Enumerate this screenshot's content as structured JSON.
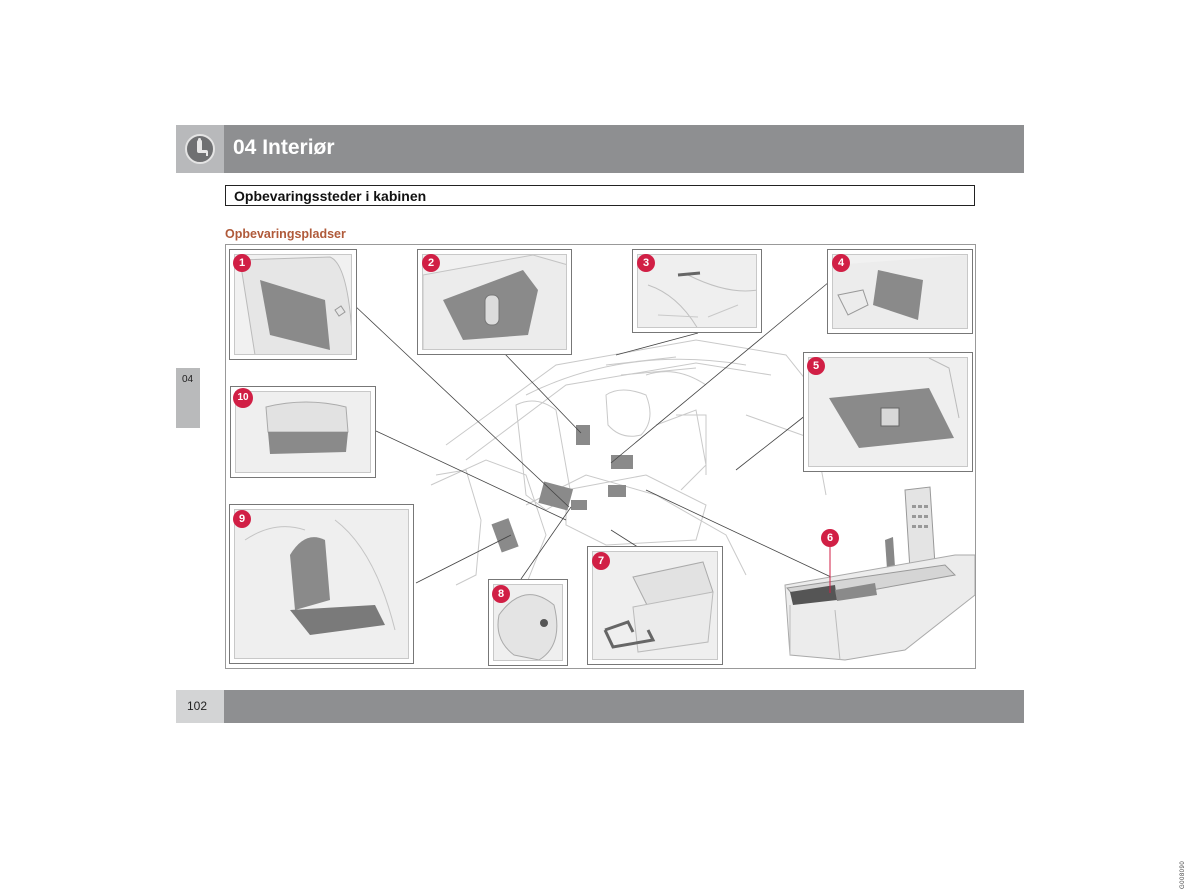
{
  "header": {
    "chapter_title": "04 Interiør",
    "icon": "seat-icon"
  },
  "section": {
    "title": "Opbevaringssteder i kabinen"
  },
  "subsection": {
    "title": "Opbevaringspladser"
  },
  "side_tab": {
    "label": "04"
  },
  "footer": {
    "page_number": "102"
  },
  "illustration": {
    "callouts": [
      "1",
      "2",
      "3",
      "4",
      "5",
      "6",
      "7",
      "8",
      "9",
      "10"
    ],
    "image_code": "G008090"
  },
  "colors": {
    "bar": "#8e8f91",
    "accent": "#d11f45",
    "subheading": "#b05a3a"
  }
}
